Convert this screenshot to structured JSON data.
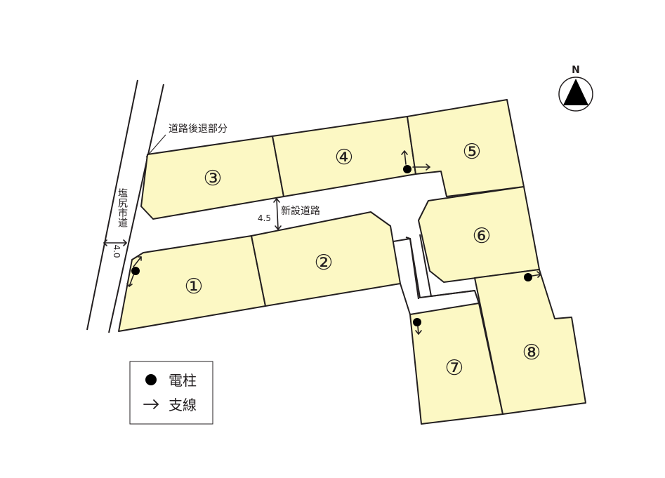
{
  "map": {
    "city_road_label": "塩尻市道",
    "city_road_width": "4.0",
    "setback_label": "道路後退部分",
    "new_road_label": "新設道路",
    "new_road_width": "4.5",
    "north_label": "N",
    "lots": [
      {
        "number": "①"
      },
      {
        "number": "②"
      },
      {
        "number": "③"
      },
      {
        "number": "④"
      },
      {
        "number": "⑤"
      },
      {
        "number": "⑥"
      },
      {
        "number": "⑦"
      },
      {
        "number": "⑧"
      }
    ]
  },
  "legend": {
    "pole_label": "電柱",
    "guy_wire_label": "支線"
  },
  "colors": {
    "lot_fill": "#fcf8c4",
    "line": "#231f20"
  }
}
